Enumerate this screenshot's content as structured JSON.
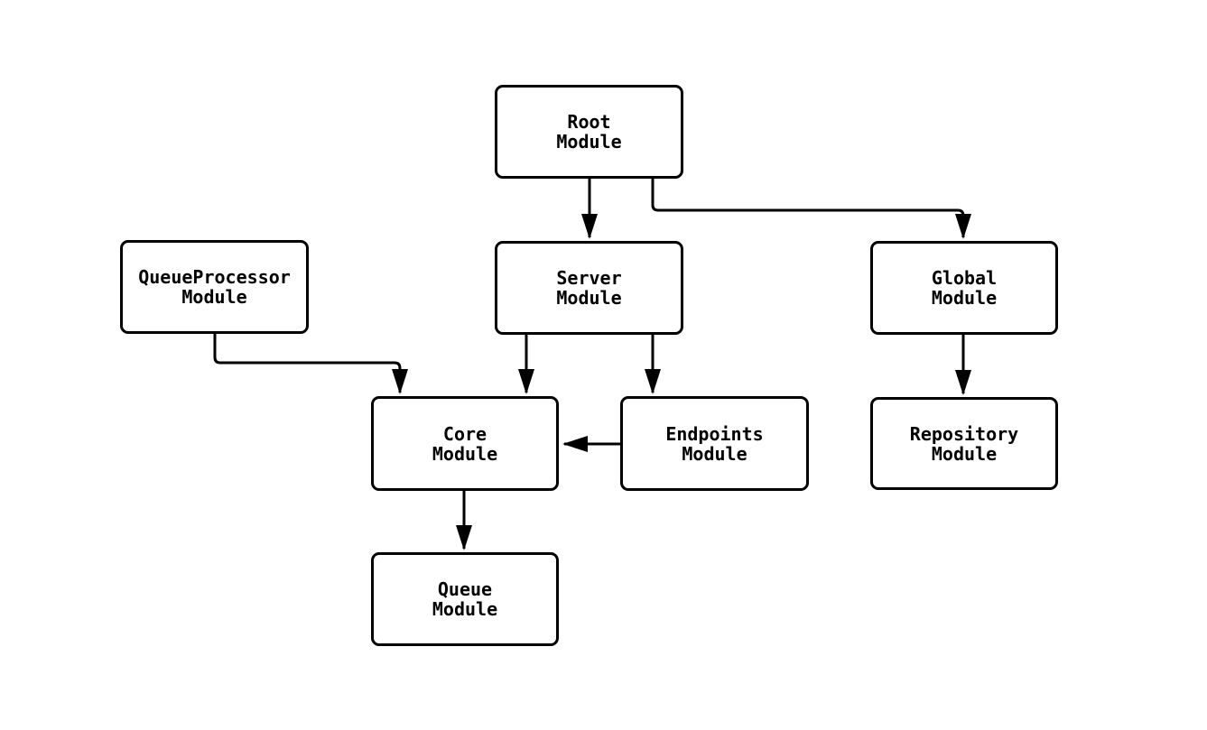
{
  "diagram": {
    "type": "module-dependency-flowchart",
    "colors": {
      "background": "#ffffff",
      "node_fill": "#ffffff",
      "stroke": "#000000",
      "text": "#000000"
    },
    "nodes": {
      "root": {
        "label": "Root Module",
        "line1": "Root",
        "line2": "Module"
      },
      "server": {
        "label": "Server Module",
        "line1": "Server",
        "line2": "Module"
      },
      "global": {
        "label": "Global Module",
        "line1": "Global",
        "line2": "Module"
      },
      "queueprocessor": {
        "label": "QueueProcessor Module",
        "line1": "QueueProcessor",
        "line2": "Module"
      },
      "core": {
        "label": "Core Module",
        "line1": "Core",
        "line2": "Module"
      },
      "endpoints": {
        "label": "Endpoints Module",
        "line1": "Endpoints",
        "line2": "Module"
      },
      "repository": {
        "label": "Repository Module",
        "line1": "Repository",
        "line2": "Module"
      },
      "queue": {
        "label": "Queue Module",
        "line1": "Queue",
        "line2": "Module"
      }
    },
    "edges": [
      {
        "from": "Root Module",
        "to": "Server Module"
      },
      {
        "from": "Root Module",
        "to": "Global Module"
      },
      {
        "from": "QueueProcessor Module",
        "to": "Core Module"
      },
      {
        "from": "Server Module",
        "to": "Core Module"
      },
      {
        "from": "Server Module",
        "to": "Endpoints Module"
      },
      {
        "from": "Endpoints Module",
        "to": "Core Module"
      },
      {
        "from": "Global Module",
        "to": "Repository Module"
      },
      {
        "from": "Core Module",
        "to": "Queue Module"
      }
    ]
  }
}
